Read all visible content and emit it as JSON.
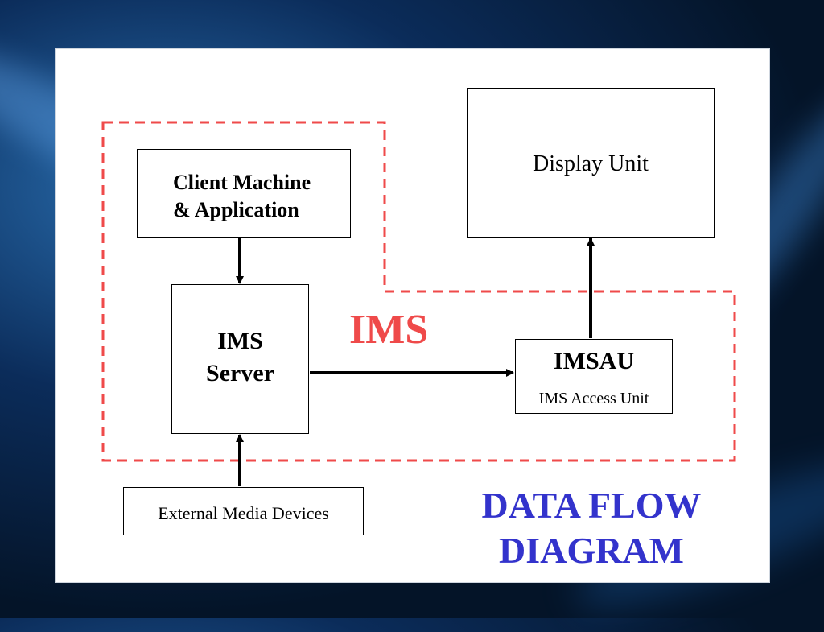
{
  "colors": {
    "ims_boundary": "#ef4a4a",
    "title": "#3333cc",
    "background": "#0b2c5a",
    "panel": "#ffffff"
  },
  "nodes": {
    "client": {
      "line1": "Client Machine",
      "line2": "& Application"
    },
    "server": {
      "line1": "IMS",
      "line2": "Server"
    },
    "display": {
      "label": "Display Unit"
    },
    "imsau": {
      "title": "IMSAU",
      "subtitle": "IMS Access Unit"
    },
    "external": {
      "label": "External Media Devices"
    }
  },
  "boundary_label": "IMS",
  "title": {
    "line1": "DATA FLOW",
    "line2": "DIAGRAM"
  },
  "edges": [
    {
      "from": "client",
      "to": "server"
    },
    {
      "from": "external",
      "to": "server"
    },
    {
      "from": "server",
      "to": "imsau"
    },
    {
      "from": "imsau",
      "to": "display"
    }
  ]
}
